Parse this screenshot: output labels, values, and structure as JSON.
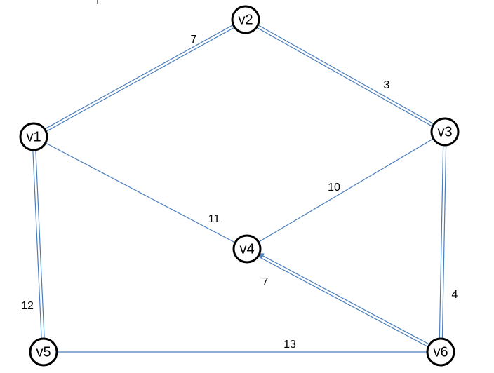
{
  "graph": {
    "edge_color": "#4a7ebb",
    "node_border_color": "#000000",
    "nodes": [
      {
        "id": "v1",
        "label": "v1"
      },
      {
        "id": "v2",
        "label": "v2"
      },
      {
        "id": "v3",
        "label": "v3"
      },
      {
        "id": "v4",
        "label": "v4"
      },
      {
        "id": "v5",
        "label": "v5"
      },
      {
        "id": "v6",
        "label": "v6"
      }
    ],
    "edges": [
      {
        "id": "v1-v2",
        "from": "v1",
        "to": "v2",
        "weight": "7",
        "style": "double"
      },
      {
        "id": "v2-v3",
        "from": "v2",
        "to": "v3",
        "weight": "3",
        "style": "double"
      },
      {
        "id": "v1-v4",
        "from": "v1",
        "to": "v4",
        "weight": "11",
        "style": "single"
      },
      {
        "id": "v3-v4",
        "from": "v3",
        "to": "v4",
        "weight": "10",
        "style": "single"
      },
      {
        "id": "v1-v5",
        "from": "v1",
        "to": "v5",
        "weight": "12",
        "style": "double"
      },
      {
        "id": "v3-v6",
        "from": "v3",
        "to": "v6",
        "weight": "4",
        "style": "double"
      },
      {
        "id": "v6-v4",
        "from": "v6",
        "to": "v4",
        "weight": "7",
        "style": "double-arrow"
      },
      {
        "id": "v5-v6",
        "from": "v5",
        "to": "v6",
        "weight": "13",
        "style": "single"
      }
    ]
  }
}
